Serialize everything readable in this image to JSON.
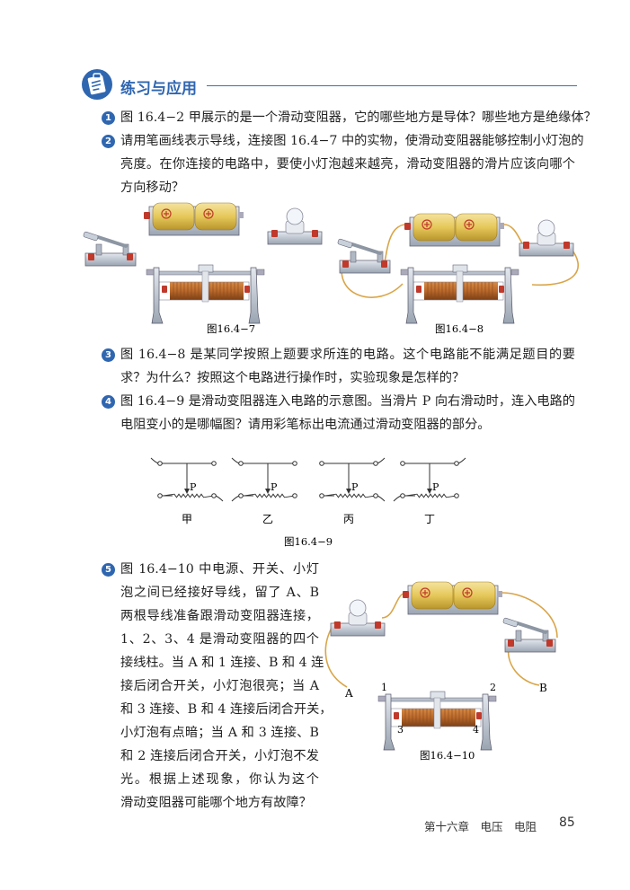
{
  "section": {
    "title": "练习与应用",
    "icon": "exercise-clipboard-icon",
    "accent_color": "#2f66b0"
  },
  "questions": [
    {
      "number": "1",
      "lines": [
        "图 16.4−2 甲展示的是一个滑动变阻器，它的哪些地方是导体？哪些地方是绝缘体？"
      ]
    },
    {
      "number": "2",
      "lines": [
        "请用笔画线表示导线，连接图 16.4−7 中的实物，使滑动变阻器能够控制小灯泡的",
        "亮度。在你连接的电路中，要使小灯泡越来越亮，滑动变阻器的滑片应该向哪个",
        "方向移动？"
      ]
    },
    {
      "number": "3",
      "lines": [
        "图 16.4−8 是某同学按照上题要求所连的电路。这个电路能不能满足题目的要",
        "求？为什么？按照这个电路进行操作时，实验现象是怎样的？"
      ]
    },
    {
      "number": "4",
      "lines": [
        "图 16.4−9 是滑动变阻器连入电路的示意图。当滑片 P 向右滑动时，连入电路的",
        "电阻变小的是哪幅图？请用彩笔标出电流通过滑动变阻器的部分。"
      ]
    },
    {
      "number": "5",
      "lines": [
        "图 16.4−10 中电源、开关、小灯",
        "泡之间已经接好导线，留了 A、B",
        "两根导线准备跟滑动变阻器连接，",
        "1、2、3、4 是滑动变阻器的四个",
        "接线柱。当 A 和 1 连接、B 和 4 连",
        "接后闭合开关，小灯泡很亮；当 A",
        "和 3 连接、B 和 4 连接后闭合开关，",
        "小灯泡有点暗；当 A 和 3 连接、B",
        "和 2 连接后闭合开关，小灯泡不发",
        "光。根据上述现象，你认为这个",
        "滑动变阻器可能哪个地方有故障？"
      ]
    }
  ],
  "figures": {
    "fig7": {
      "caption": "图16.4−7"
    },
    "fig8": {
      "caption": "图16.4−8"
    },
    "fig9": {
      "caption": "图16.4−9",
      "slider_label": "P",
      "panels": [
        "甲",
        "乙",
        "丙",
        "丁"
      ]
    },
    "fig10": {
      "caption": "图16.4−10",
      "wire_labels": [
        "A",
        "B"
      ],
      "terminal_labels": [
        "1",
        "2",
        "3",
        "4"
      ]
    }
  },
  "footer": {
    "chapter": "第十六章　电压　电阻",
    "page_number": "85"
  },
  "colors": {
    "battery": "#e6c85a",
    "coil": "#b8682a",
    "wire": "#d9a548",
    "terminal": "#c0392b"
  }
}
